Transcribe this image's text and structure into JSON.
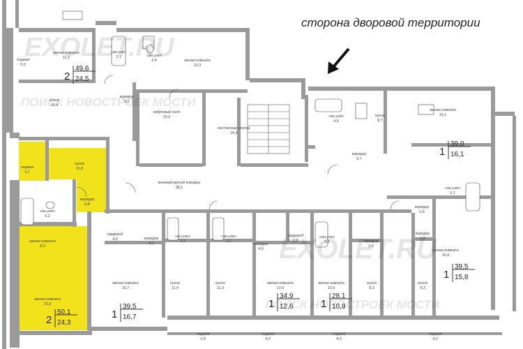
{
  "header": {
    "direction_note": "сторона дворовой территории"
  },
  "watermarks": [
    "EXOLET.RU",
    "ПОИСК НОВОСТРОЕК МОСТИ",
    "EXOLET.RU",
    "ПОИСК НОВОСТРОЕК МОСТИ"
  ],
  "highlight_color": "#f2e21c",
  "apartments": [
    {
      "rooms": "2",
      "area_total": "49,6",
      "area_living": "24,5"
    },
    {
      "rooms": "2",
      "area_total": "50,1",
      "area_living": "24,3"
    },
    {
      "rooms": "1",
      "area_total": "39,0",
      "area_living": "16,1"
    },
    {
      "rooms": "1",
      "area_total": "39,5",
      "area_living": "16,7"
    },
    {
      "rooms": "1",
      "area_total": "34,9",
      "area_living": "12,6"
    },
    {
      "rooms": "1",
      "area_total": "28,1",
      "area_living": "10,9"
    },
    {
      "rooms": "1",
      "area_total": "39,5",
      "area_living": "15,8"
    }
  ],
  "rooms": [
    {
      "name": "жилая комната",
      "area": "11,2"
    },
    {
      "name": "сан.узел",
      "area": "3,1"
    },
    {
      "name": "сан.узел",
      "area": "2,4"
    },
    {
      "name": "жилая комната",
      "area": "13,3"
    },
    {
      "name": "лоджия",
      "area": "5,2"
    },
    {
      "name": "кухня",
      "area": "10,4"
    },
    {
      "name": "коридор",
      "area": "9,2"
    },
    {
      "name": "лифтовый холл",
      "area": "10,0"
    },
    {
      "name": "лестничная клетка",
      "area": "14,4"
    },
    {
      "name": "сан.узел",
      "area": "4,5"
    },
    {
      "name": "кухня",
      "area": "8,7"
    },
    {
      "name": "жилая комната",
      "area": "16,1"
    },
    {
      "name": "коридор",
      "area": "9,7"
    },
    {
      "name": "лоджия",
      "area": "3,7"
    },
    {
      "name": "кухня",
      "area": "11,8"
    },
    {
      "name": "коридор",
      "area": "6,8"
    },
    {
      "name": "сан.узел",
      "area": "5,2"
    },
    {
      "name": "жилая комната",
      "area": "8,4"
    },
    {
      "name": "жилая комната",
      "area": "15,9"
    },
    {
      "name": "внеквартирный коридор",
      "area": "36,1"
    },
    {
      "name": "гардероб",
      "area": "4,0"
    },
    {
      "name": "коридор",
      "area": "4,1"
    },
    {
      "name": "жилая комната",
      "area": "16,7"
    },
    {
      "name": "сан.узел",
      "area": "3,3"
    },
    {
      "name": "кухня",
      "area": "11,4"
    },
    {
      "name": "сан.узел",
      "area": "3,2"
    },
    {
      "name": "кухня",
      "area": "11,3"
    },
    {
      "name": "коридор",
      "area": "4,9"
    },
    {
      "name": "гардероб",
      "area": "2,9"
    },
    {
      "name": "жилая комната",
      "area": "12,6"
    },
    {
      "name": "сан.узел",
      "area": "3,1"
    },
    {
      "name": "жилая комната",
      "area": "10,9"
    },
    {
      "name": "коридор",
      "area": "3,9"
    },
    {
      "name": "кухня",
      "area": "8,3"
    },
    {
      "name": "коридор",
      "area": "5,6"
    },
    {
      "name": "сан.узел",
      "area": "5,1"
    },
    {
      "name": "коридор",
      "area": "4,2"
    },
    {
      "name": "кухня",
      "area": "9,3"
    },
    {
      "name": "жилая комната",
      "area": "15,6"
    },
    {
      "name": "лоджия",
      "area": "2,9"
    },
    {
      "name": "лоджия",
      "area": "4,0"
    },
    {
      "name": "лоджия",
      "area": "4,3"
    },
    {
      "name": "лоджия",
      "area": "4,2"
    }
  ]
}
